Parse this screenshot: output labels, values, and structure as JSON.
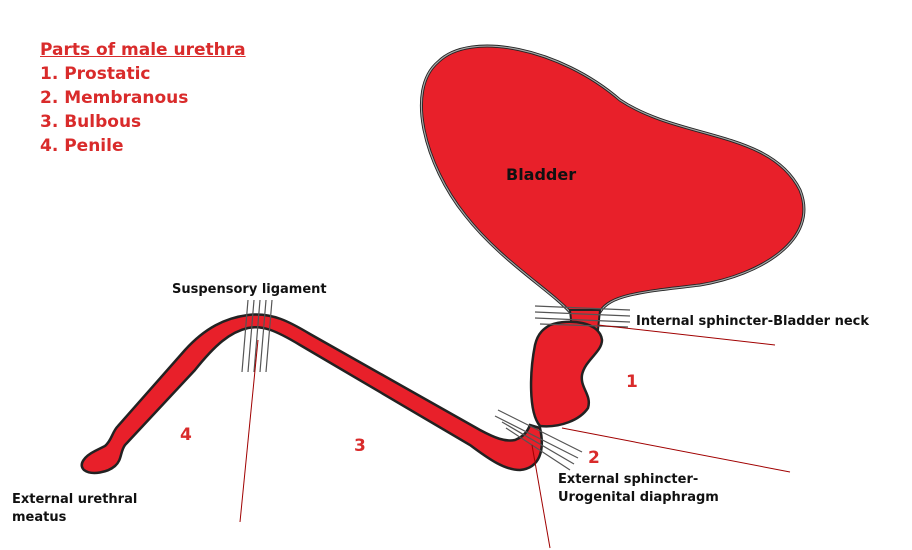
{
  "legend": {
    "title": "Parts of male urethra",
    "items": [
      "1. Prostatic",
      "2. Membranous",
      "3. Bulbous",
      "4. Penile"
    ]
  },
  "labels": {
    "bladder": "Bladder",
    "suspensory": "Suspensory ligament",
    "internal_sphincter": "Internal sphincter-Bladder neck",
    "external_sphincter_1": "External sphincter-",
    "external_sphincter_2": "Urogenital diaphragm",
    "meatus_1": "External urethral",
    "meatus_2": "meatus"
  },
  "segment_numbers": {
    "one": "1",
    "two": "2",
    "three": "3",
    "four": "4"
  },
  "colors": {
    "fill": "#e8202a",
    "accent_text": "#d92b2b",
    "outline": "#222222",
    "pointer": "#a00000"
  }
}
